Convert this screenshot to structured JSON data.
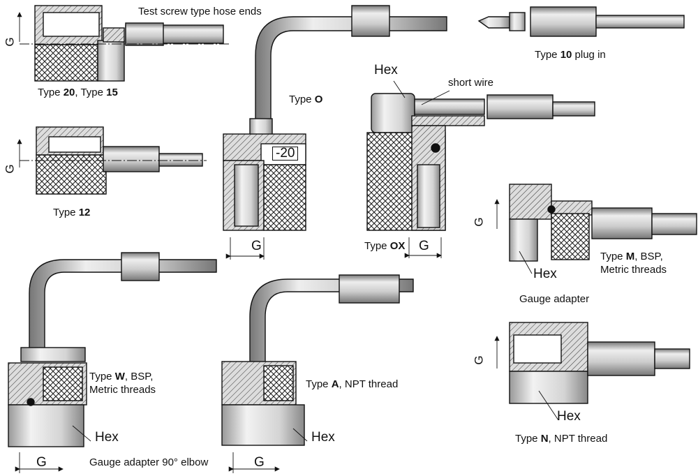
{
  "title": "Test screw type hose ends",
  "labels": {
    "type_20_15": {
      "pre": "Type ",
      "b1": "20",
      "mid": ", Type ",
      "b2": "15"
    },
    "type_12": {
      "pre": "Type ",
      "b1": "12"
    },
    "type_o": {
      "pre": "Type ",
      "b1": "O"
    },
    "type_10": {
      "pre": "Type ",
      "b1": "10",
      "post": "  plug in"
    },
    "type_ox": {
      "pre": "Type ",
      "b1": "OX"
    },
    "type_m": {
      "pre": "Type ",
      "b1": "M",
      "post": ", BSP,",
      "line2": "Metric threads"
    },
    "type_w": {
      "pre": "Type ",
      "b1": "W",
      "post": ", BSP,",
      "line2": "Metric threads"
    },
    "type_a": {
      "pre": "Type ",
      "b1": "A",
      "post": ", NPT thread"
    },
    "type_n": {
      "pre": "Type ",
      "b1": "N",
      "post": ", NPT thread"
    },
    "gauge_adapter": "Gauge adapter",
    "gauge_adapter_elbow": "Gauge adapter 90° elbow",
    "short_wire": "short wire",
    "hex": "Hex",
    "g": "G",
    "minus20": "-20"
  }
}
